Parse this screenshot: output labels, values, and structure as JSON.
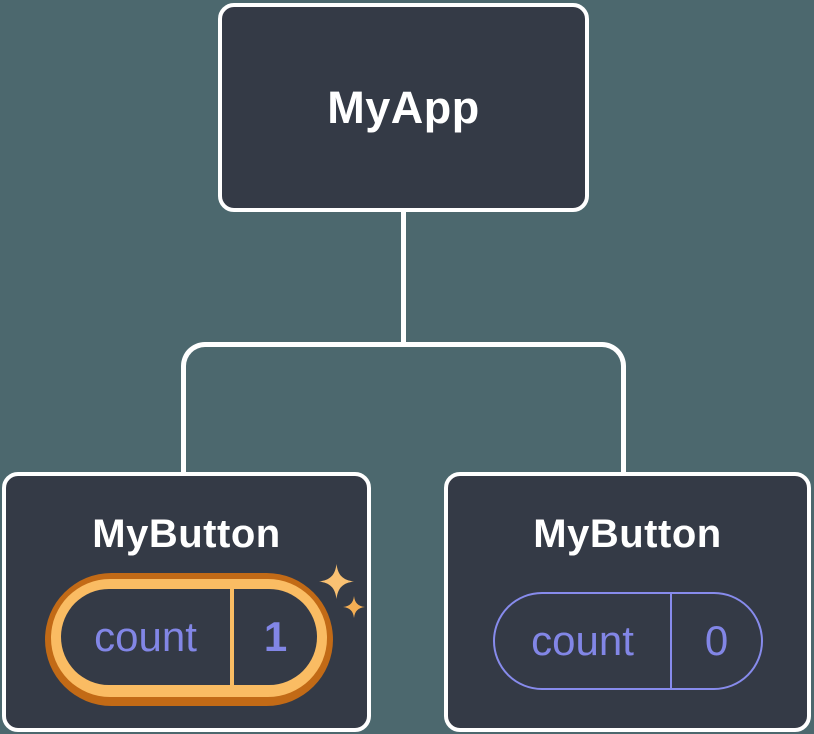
{
  "diagram": {
    "title": "component-state-tree",
    "colors": {
      "background": "#4c686e",
      "node_fill": "#343a46",
      "node_border": "#ffffff",
      "connector": "#ffffff",
      "state_purple": "#8286e6",
      "highlight_orange_dark": "#c26a16",
      "highlight_orange_light": "#fabc63"
    },
    "root": {
      "label": "MyApp"
    },
    "children": [
      {
        "label": "MyButton",
        "state_key": "count",
        "state_value": "1",
        "highlighted": true,
        "sparkle_icon": "sparkle-icon"
      },
      {
        "label": "MyButton",
        "state_key": "count",
        "state_value": "0",
        "highlighted": false
      }
    ]
  }
}
